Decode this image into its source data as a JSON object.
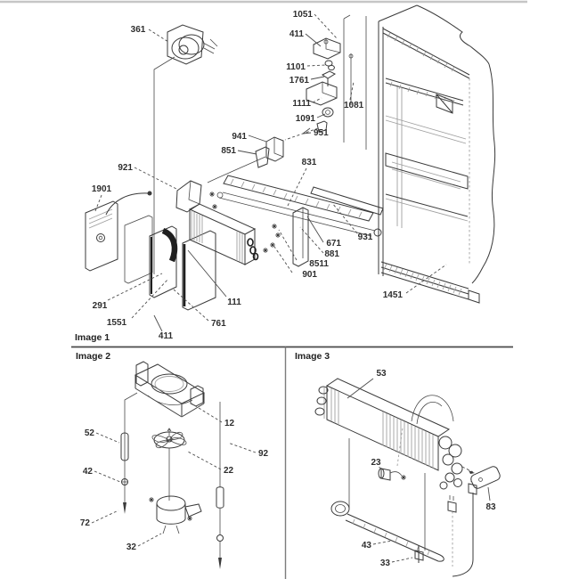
{
  "document": {
    "type": "appliance-parts-exploded-diagram",
    "colors": {
      "background": "#ffffff",
      "ink": "#3a3a3a",
      "hatch_gray": "#a0a0a0",
      "divider": "#6f6f6f"
    }
  },
  "image1": {
    "title": "Image 1",
    "labels": [
      "361",
      "1051",
      "411",
      "1101",
      "1761",
      "1111",
      "1091",
      "1081",
      "951",
      "941",
      "851",
      "831",
      "921",
      "1901",
      "291",
      "1551",
      "411",
      "761",
      "111",
      "671",
      "881",
      "8511",
      "901",
      "931",
      "1451"
    ]
  },
  "image2": {
    "title": "Image 2",
    "labels": [
      "12",
      "52",
      "92",
      "22",
      "42",
      "72",
      "32"
    ]
  },
  "image3": {
    "title": "Image 3",
    "labels": [
      "53",
      "23",
      "83",
      "43",
      "33"
    ]
  }
}
